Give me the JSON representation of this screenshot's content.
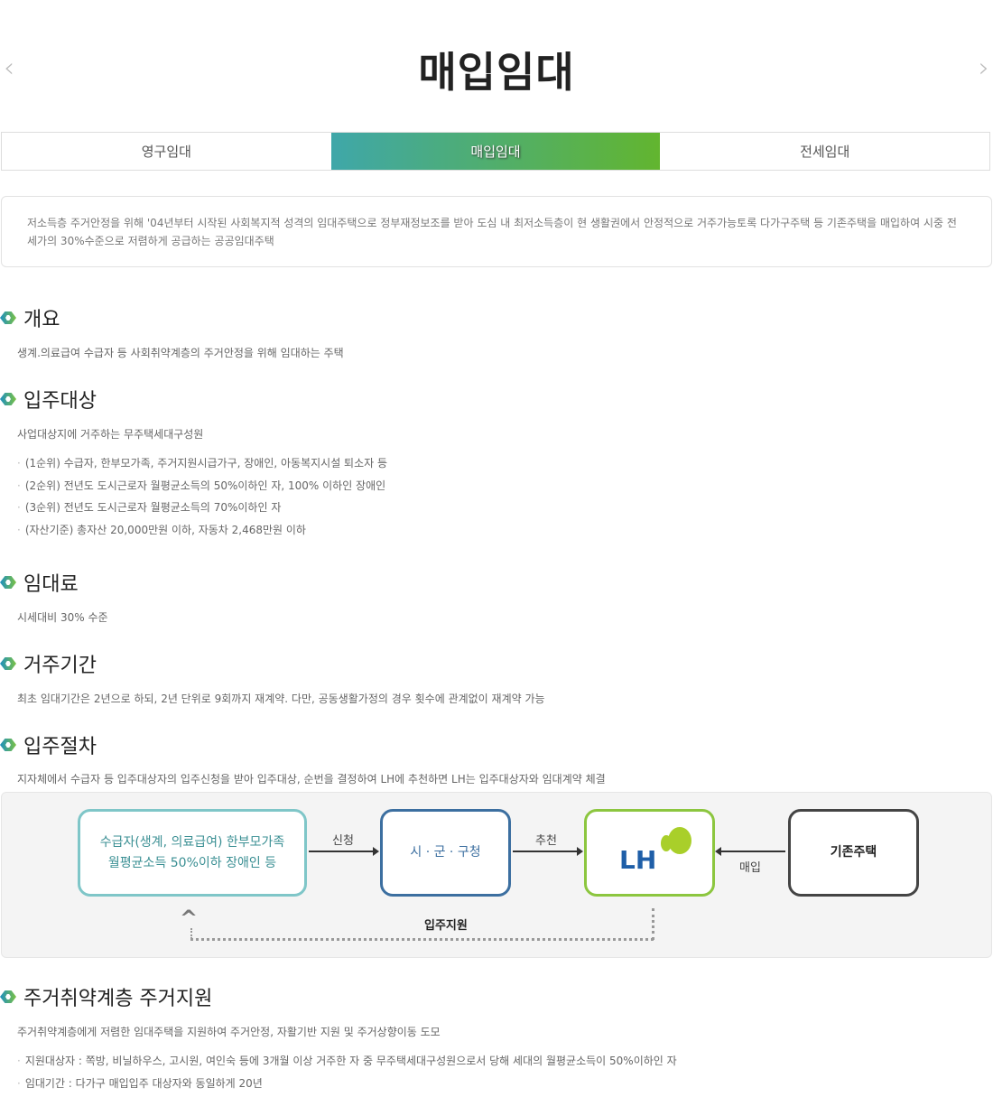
{
  "page": {
    "title": "매입임대"
  },
  "tabs": [
    {
      "label": "영구임대"
    },
    {
      "label": "매입임대"
    },
    {
      "label": "전세임대"
    }
  ],
  "description": "저소득층 주거안정을 위해 '04년부터 시작된 사회복지적 성격의 임대주택으로 정부재정보조를 받아 도심 내 최저소득층이 현 생활권에서 안정적으로 거주가능토록 다가구주택 등 기존주택을 매입하여 시중 전세가의 30%수준으로 저렴하게 공급하는 공공임대주택",
  "sections": {
    "overview": {
      "title": "개요",
      "text": "생계.의료급여 수급자 등 사회취약계층의 주거안정을 위해 임대하는 주택"
    },
    "eligibility": {
      "title": "입주대상",
      "text": "사업대상지에 거주하는 무주택세대구성원",
      "items": [
        "(1순위) 수급자, 한부모가족, 주거지원시급가구, 장애인, 아동복지시설 퇴소자 등",
        "(2순위) 전년도 도시근로자 월평균소득의 50%이하인 자, 100% 이하인 장애인",
        "(3순위) 전년도 도시근로자 월평균소득의 70%이하인 자",
        "(자산기준) 총자산 20,000만원 이하, 자동차 2,468만원 이하"
      ]
    },
    "rent": {
      "title": "임대료",
      "text": "시세대비 30% 수준"
    },
    "period": {
      "title": "거주기간",
      "text": "최초 임대기간은 2년으로 하되, 2년 단위로 9회까지 재계약. 다만, 공동생활가정의 경우 횟수에 관계없이 재계약 가능"
    },
    "procedure": {
      "title": "입주절차",
      "text": "지자체에서 수급자 등 입주대상자의 입주신청을 받아 입주대상, 순번을 결정하여 LH에 추천하면 LH는 입주대상자와 임대계약 체결"
    },
    "vulnerable": {
      "title": "주거취약계층 주거지원",
      "text": "주거취약계층에게 저렴한 임대주택을 지원하여 주거안정, 자활기반 지원 및 주거상향이동 도모",
      "items": [
        "지원대상자 : 쪽방, 비닐하우스, 고시원, 여인숙 등에 3개월 이상 거주한 자 중 무주택세대구성원으로서 당해 세대의 월평균소득이 50%이하인 자",
        "임대기간 : 다가구 매입입주 대상자와 동일하게 20년"
      ]
    }
  },
  "diagram": {
    "applicant_line1": "수급자(생계, 의료급여) 한부모가족",
    "applicant_line2": "월평균소득 50%이하 장애인 등",
    "apply": "신청",
    "local_gov": "시 · 군 · 구청",
    "recommend": "추천",
    "lh": "LH",
    "purchase": "매입",
    "existing": "기존주택",
    "support": "입주지원"
  },
  "colors": {
    "tab_start": "#3fa7a9",
    "tab_end": "#62b52f",
    "applicant": "#7fc6c8",
    "gov": "#3c6fa0",
    "lh": "#8cc63f",
    "lh_text": "#1f5fa8",
    "existing": "#444444"
  }
}
